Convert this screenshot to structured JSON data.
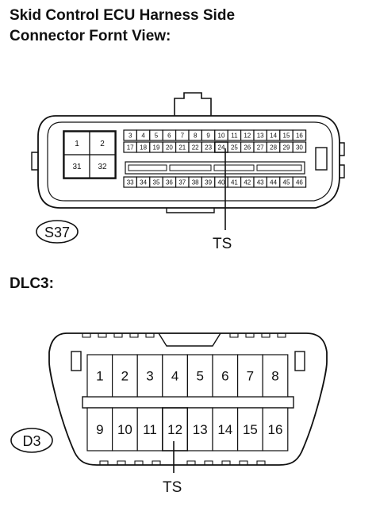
{
  "ecu_connector": {
    "heading_line1": "Skid Control ECU Harness Side",
    "heading_line2": "Connector Fornt View:",
    "code": "S37",
    "large_pins": [
      "1",
      "2",
      "31",
      "32"
    ],
    "row1_pins": [
      "3",
      "4",
      "5",
      "6",
      "7",
      "8",
      "9",
      "10",
      "11",
      "12",
      "13",
      "14",
      "15",
      "16"
    ],
    "row2_pins": [
      "17",
      "18",
      "19",
      "20",
      "21",
      "22",
      "23",
      "24",
      "25",
      "26",
      "27",
      "28",
      "29",
      "30"
    ],
    "row3_pins": [
      "33",
      "34",
      "35",
      "36",
      "37",
      "38",
      "39",
      "40",
      "41",
      "42",
      "43",
      "44",
      "45",
      "46"
    ],
    "callout_label": "TS",
    "callout_pin": "24"
  },
  "dlc3_connector": {
    "heading": "DLC3:",
    "code": "D3",
    "top_pins": [
      "1",
      "2",
      "3",
      "4",
      "5",
      "6",
      "7",
      "8"
    ],
    "bottom_pins": [
      "9",
      "10",
      "11",
      "12",
      "13",
      "14",
      "15",
      "16"
    ],
    "callout_label": "TS",
    "callout_pin": "12"
  }
}
